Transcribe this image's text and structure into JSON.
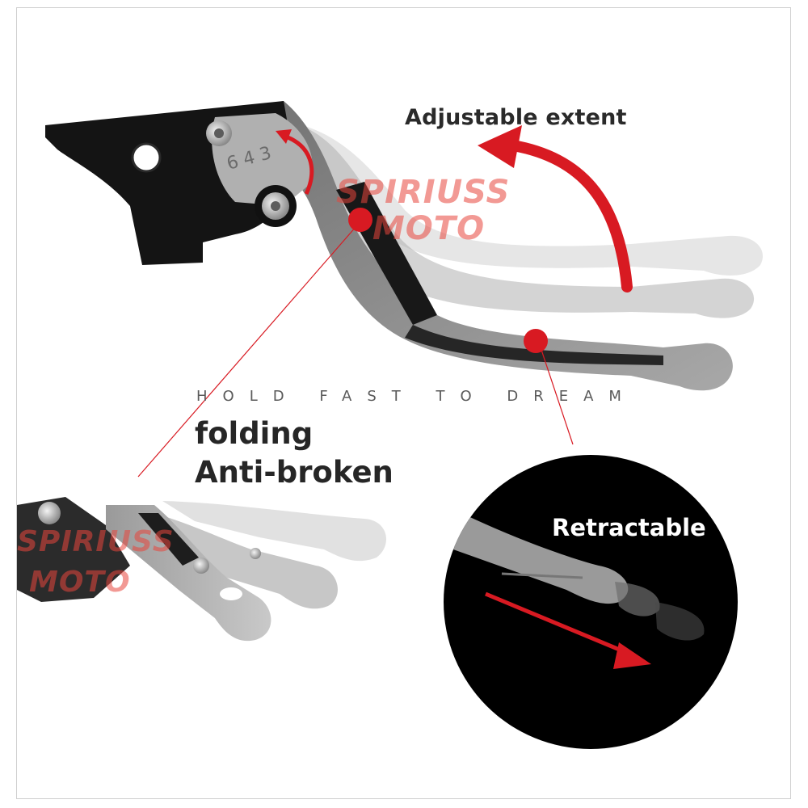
{
  "labels": {
    "adjustable": "Adjustable extent",
    "tagline": "HOLD FAST TO DREAM",
    "folding": "folding",
    "anti_broken": "Anti-broken",
    "retractable": "Retractable"
  },
  "watermark": {
    "line1": "SPIRIUSS",
    "line2": "MOTO"
  },
  "colors": {
    "accent_red": "#d81a22",
    "lever_black": "#141414",
    "lever_grey": "#8e8e8e",
    "circle_bg": "#000000"
  }
}
